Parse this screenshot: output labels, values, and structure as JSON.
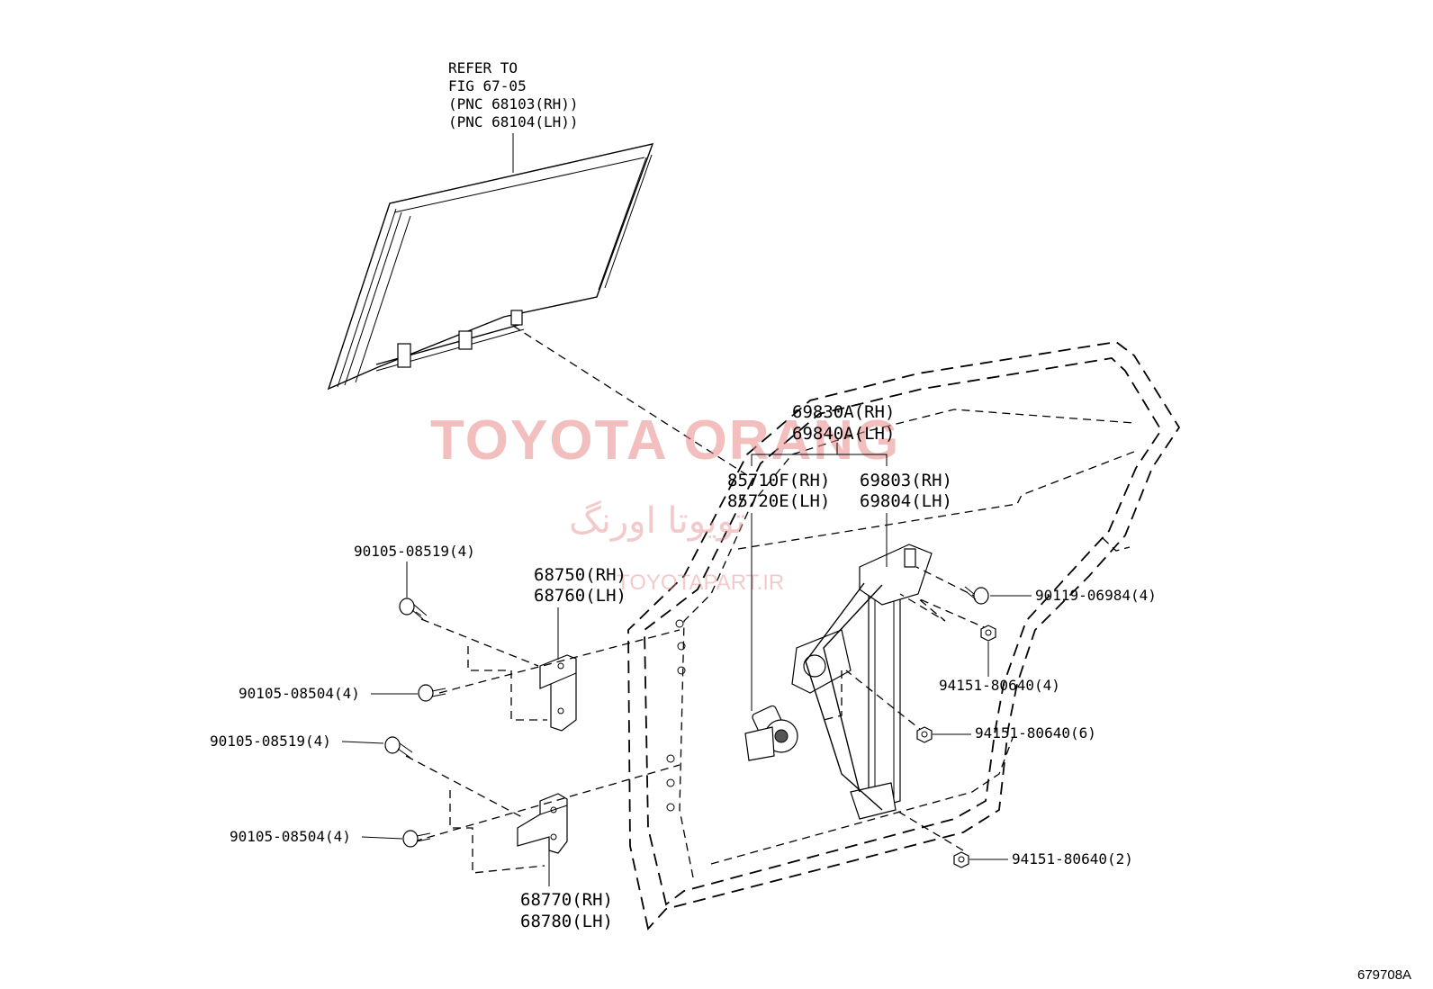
{
  "glass_reference": {
    "line1": "REFER TO",
    "line2": "FIG 67-05",
    "line3": "(PNC 68103(RH))",
    "line4": "(PNC 68104(LH))"
  },
  "watermark": {
    "brand": "TOYOTA ORANG",
    "persian": "تویوتا اورنگ",
    "url": "TOYOTAPART.IR"
  },
  "callouts": {
    "regulator_motor_kit": {
      "rh": "69830A(RH)",
      "lh": "69840A(LH)"
    },
    "motor": {
      "rh": "85710F(RH)",
      "lh": "85720E(LH)"
    },
    "regulator": {
      "rh": "69803(RH)",
      "lh": "69804(LH)"
    },
    "upper_hinge": {
      "rh": "68750(RH)",
      "lh": "68760(LH)"
    },
    "lower_hinge": {
      "rh": "68770(RH)",
      "lh": "68780(LH)"
    },
    "bolt_upper_hinge_door": "90105-08519(4)",
    "bolt_upper_hinge_body": "90105-08504(4)",
    "bolt_lower_hinge_door": "90105-08519(4)",
    "bolt_lower_hinge_body": "90105-08504(4)",
    "bolt_regulator": "90119-06984(4)",
    "nut_regulator_upper": "94151-80640(4)",
    "nut_regulator_mid": "94151-80640(6)",
    "nut_regulator_lower": "94151-80640(2)"
  },
  "figure_id": "679708A",
  "icons": {
    "glass": "door-glass-icon",
    "door": "door-panel-outline-icon",
    "regulator": "window-regulator-icon",
    "motor": "regulator-motor-icon",
    "hinge": "door-hinge-icon",
    "bolt": "bolt-icon",
    "nut": "nut-icon"
  }
}
